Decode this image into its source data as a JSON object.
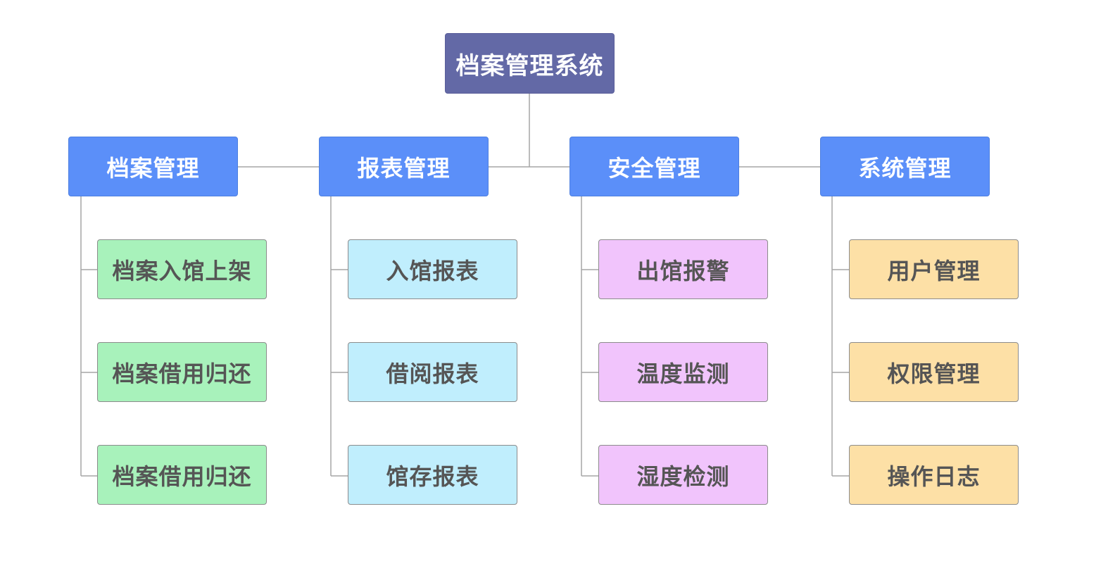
{
  "colors": {
    "root_fill": "#6369a6",
    "category_fill": "#5b8ff9",
    "line": "#a6a6a6",
    "group_fills": [
      "#a8f2bb",
      "#c0eefd",
      "#f1c4fc",
      "#fde0a6"
    ]
  },
  "diagram": {
    "root": {
      "label": "档案管理系统"
    },
    "categories": [
      {
        "label": "档案管理",
        "items": [
          "档案入馆上架",
          "档案借用归还",
          "档案借用归还"
        ]
      },
      {
        "label": "报表管理",
        "items": [
          "入馆报表",
          "借阅报表",
          "馆存报表"
        ]
      },
      {
        "label": "安全管理",
        "items": [
          "出馆报警",
          "温度监测",
          "湿度检测"
        ]
      },
      {
        "label": "系统管理",
        "items": [
          "用户管理",
          "权限管理",
          "操作日志"
        ]
      }
    ]
  }
}
